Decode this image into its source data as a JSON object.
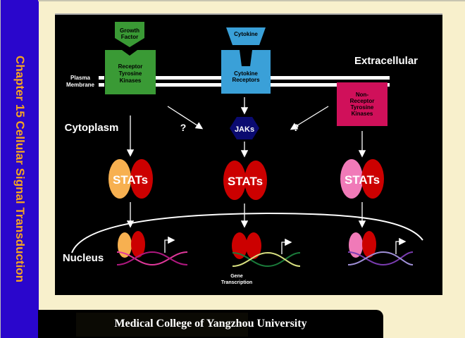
{
  "sidebar": {
    "title": "Chapter 15 Cellular Signal Transduction"
  },
  "footer": {
    "text": "Medical College of Yangzhou University"
  },
  "diagram": {
    "regions": {
      "extracellular": "Extracellular",
      "plasma_membrane_1": "Plasma",
      "plasma_membrane_2": "Membrane",
      "cytoplasm": "Cytoplasm",
      "nucleus": "Nucleus"
    },
    "growth_factor": [
      "Growth",
      "Factor"
    ],
    "receptor_tyrosine_kinases": [
      "Receptor",
      "Tyrosine",
      "Kinases"
    ],
    "cytokine": "Cytokine",
    "cytokine_receptors": [
      "Cytokine",
      "Receptors"
    ],
    "non_receptor_tyrosine_kinases": [
      "Non-",
      "Receptor",
      "Tyrosine",
      "Kinases"
    ],
    "jaks": "JAKs",
    "question_mark": "?",
    "stats": "STATs",
    "gene_transcription": [
      "Gene",
      "Transcription"
    ],
    "colors": {
      "rtk_green": "#3a9a35",
      "cytokine_blue": "#3aa0d8",
      "nrtk_magenta": "#d0105a",
      "jak_navy": "#0a0a70",
      "stat_red": "#cc0000",
      "stat_orange": "#f7b050",
      "stat_pink": "#f07ab8"
    }
  }
}
